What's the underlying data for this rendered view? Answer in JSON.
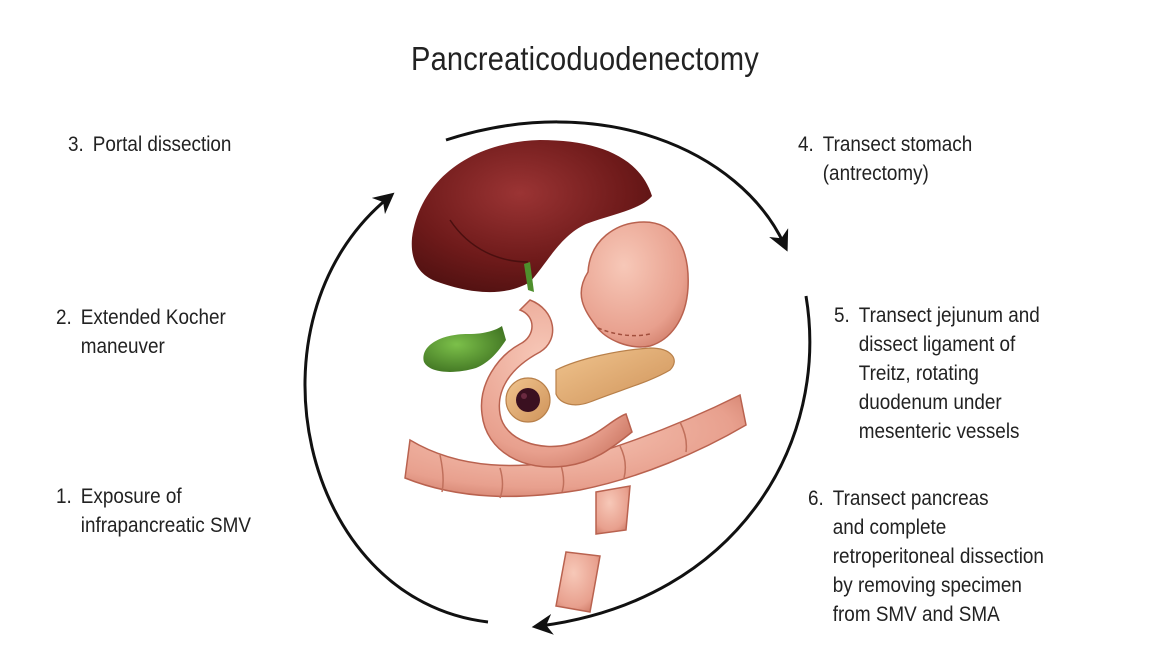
{
  "title": "Pancreaticoduodenectomy",
  "steps": [
    {
      "number": "1.",
      "text": "Exposure of\ninfrapancreatic SMV"
    },
    {
      "number": "2.",
      "text": "Extended Kocher\nmaneuver"
    },
    {
      "number": "3.",
      "text": "Portal dissection"
    },
    {
      "number": "4.",
      "text": "Transect stomach\n(antrectomy)"
    },
    {
      "number": "5.",
      "text": "Transect jejunum and\ndissect ligament of\nTreitz, rotating\nduodenum under\nmesenteric vessels"
    },
    {
      "number": "6.",
      "text": "Transect pancreas\nand complete\nretroperitoneal dissection\nby removing specimen\nfrom SMV and SMA"
    }
  ],
  "colors": {
    "liver": "#6e1a1a",
    "liver_highlight": "#8e2c2c",
    "gallbladder": "#4a8a2a",
    "bowel": "#e8a08e",
    "bowel_dark": "#c9735f",
    "pancreas": "#e6b07a",
    "tumor": "#3a1020",
    "arrow": "#111111"
  },
  "icons": [
    "cycle-arrow",
    "anatomy-illustration"
  ]
}
